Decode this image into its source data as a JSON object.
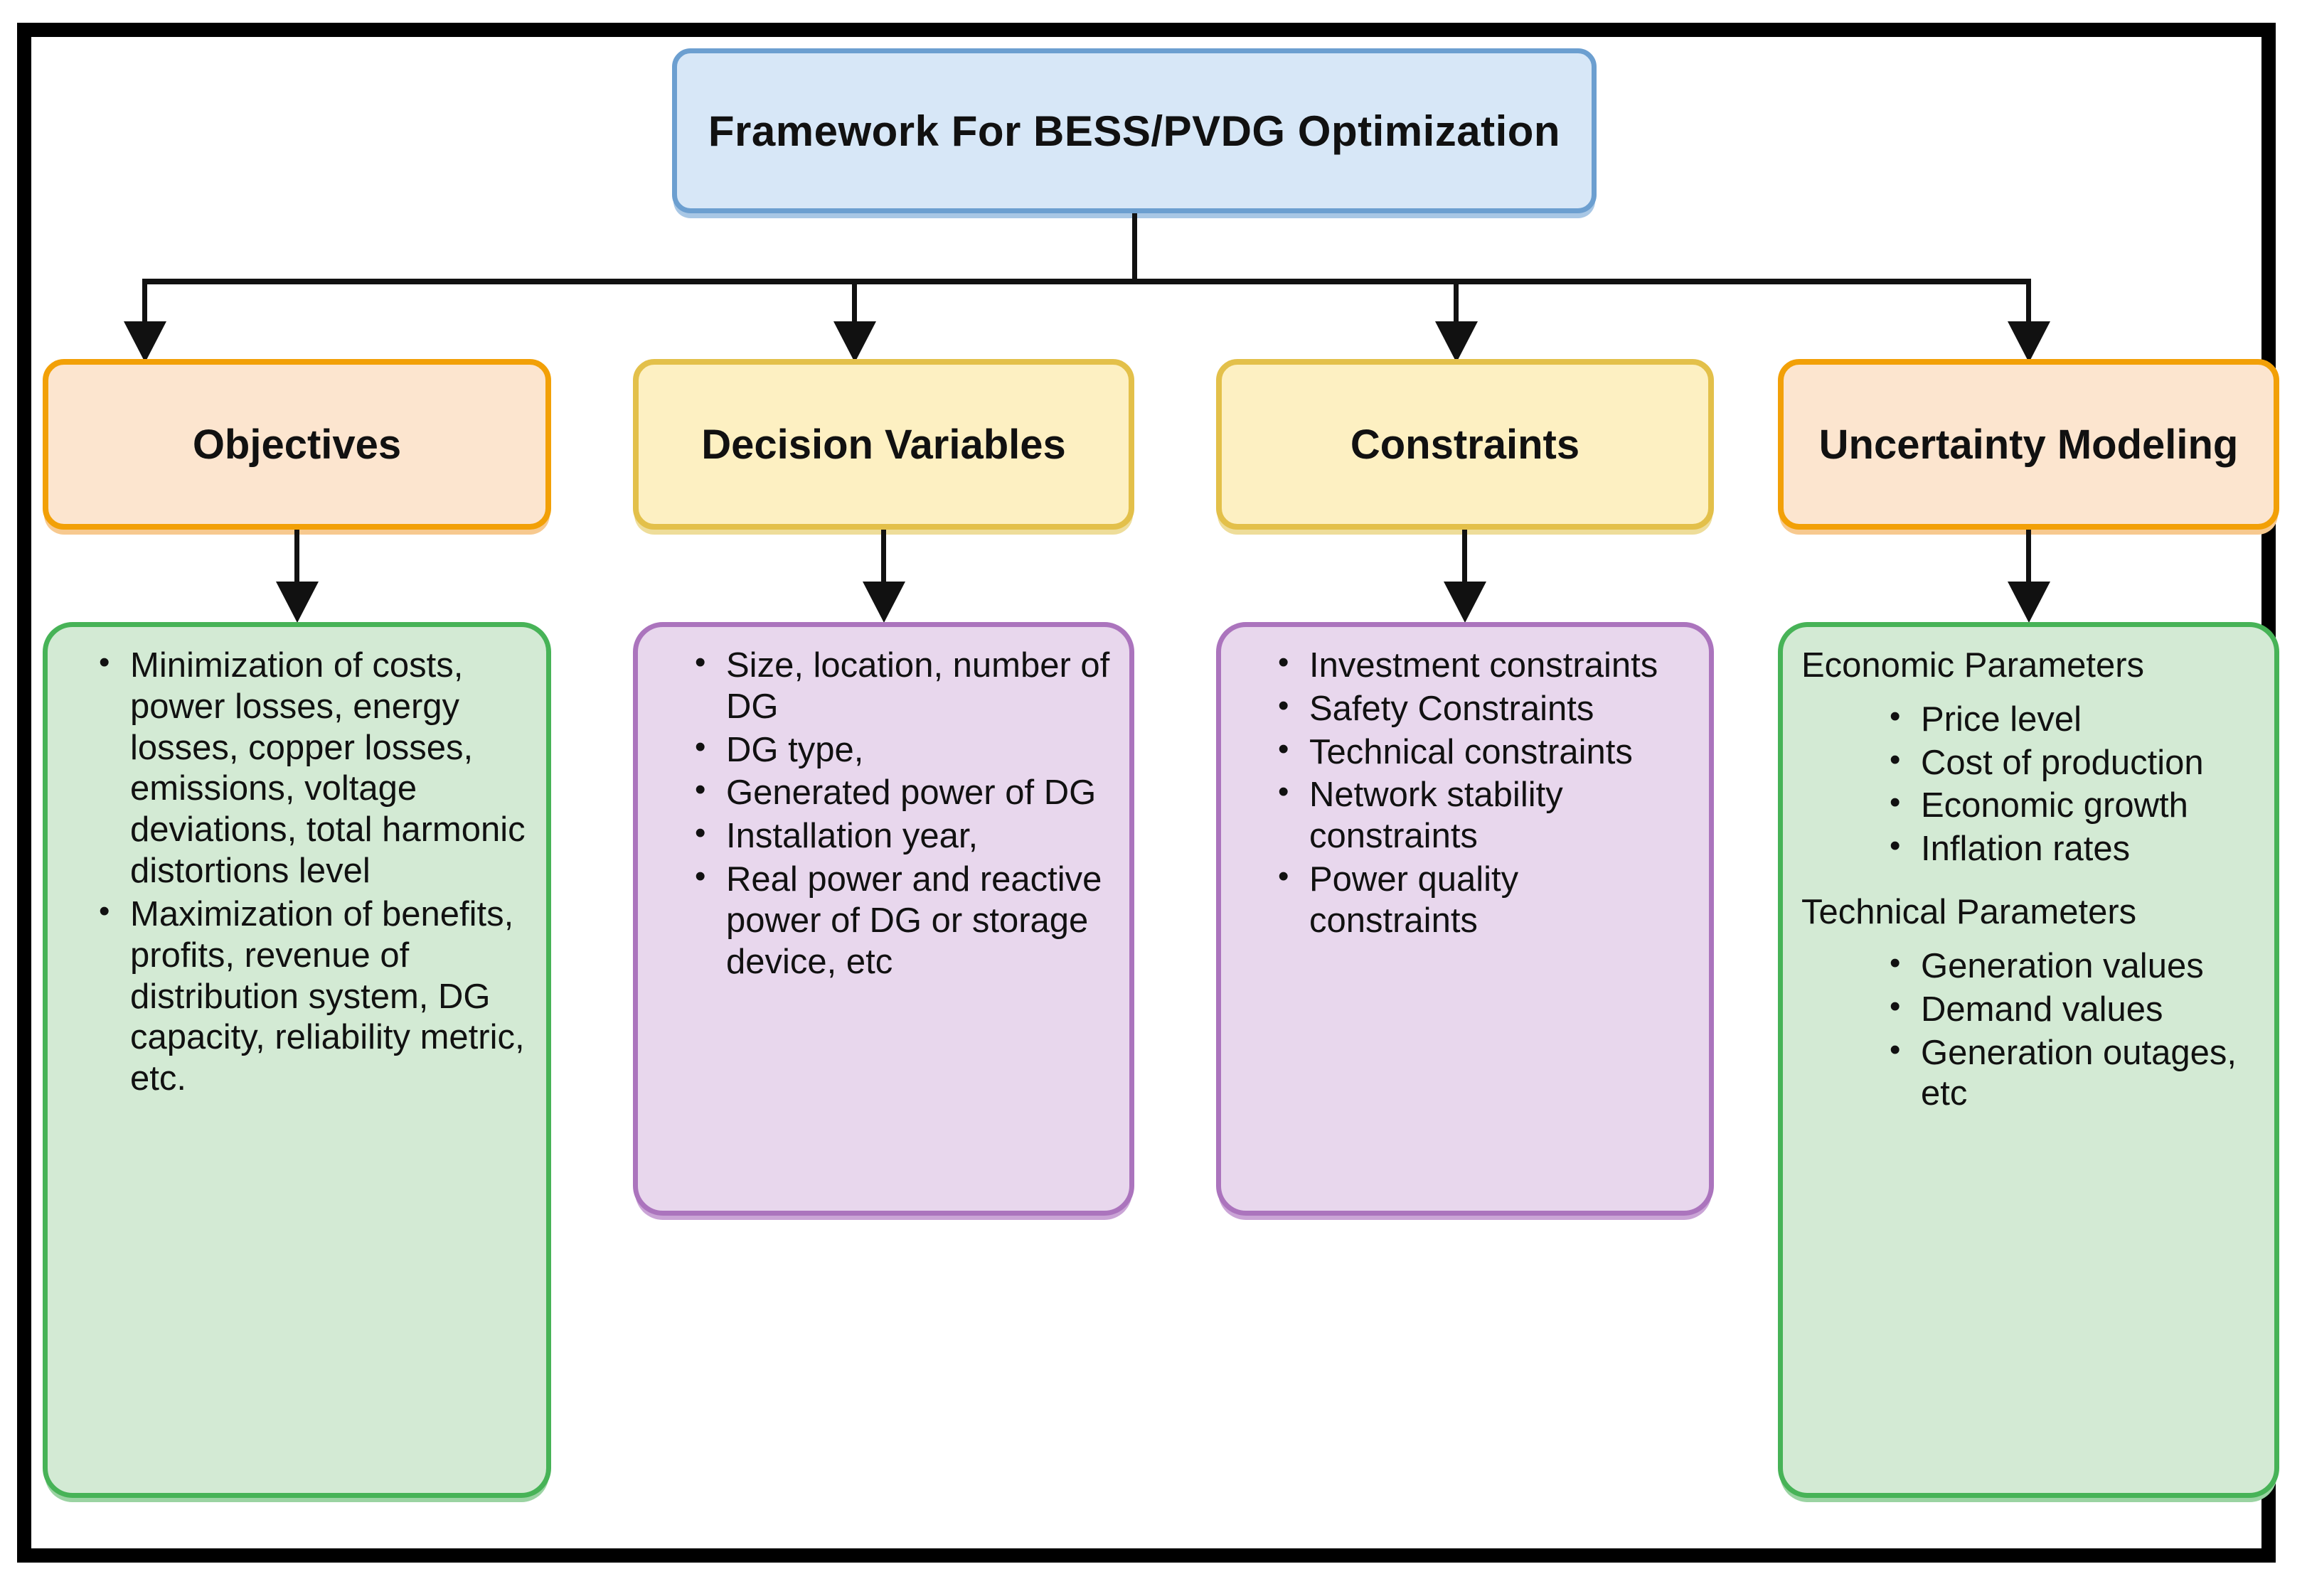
{
  "diagram": {
    "title_box": {
      "label": "Framework For BESS/PVDG Optimization"
    },
    "columns": [
      {
        "category": "Objectives",
        "category_style": "orange",
        "content_style": "green",
        "sections": [
          {
            "heading": "",
            "items": [
              "Minimization of costs, power losses, energy losses, copper losses, emissions, voltage deviations, total harmonic distortions level",
              "Maximization of benefits, profits, revenue of distribution system, DG capacity, reliability metric, etc."
            ]
          }
        ]
      },
      {
        "category": "Decision Variables",
        "category_style": "yellow",
        "content_style": "purple",
        "sections": [
          {
            "heading": "",
            "items": [
              "Size, location, number of DG",
              "DG type,",
              "Generated power of DG",
              "Installation year,",
              "Real power and reactive power of DG or storage device, etc"
            ]
          }
        ]
      },
      {
        "category": "Constraints",
        "category_style": "yellow",
        "content_style": "purple",
        "sections": [
          {
            "heading": "",
            "items": [
              "Investment constraints",
              "Safety Constraints",
              "Technical constraints",
              "Network stability constraints",
              "Power quality constraints"
            ]
          }
        ]
      },
      {
        "category": "Uncertainty Modeling",
        "category_style": "orange",
        "content_style": "green",
        "sections": [
          {
            "heading": "Economic Parameters",
            "items": [
              "Price level",
              "Cost of production",
              "Economic growth",
              "Inflation rates"
            ]
          },
          {
            "heading": "Technical Parameters",
            "items": [
              "Generation values",
              "Demand values",
              "Generation outages, etc"
            ]
          }
        ]
      }
    ],
    "colors": {
      "title_fill": "#d7e7f7",
      "title_border": "#6c9fd0",
      "orange_fill": "#fce5cf",
      "orange_border": "#f2a007",
      "yellow_fill": "#fdf0c2",
      "yellow_border": "#e3c04a",
      "green_fill": "#d3ead4",
      "green_border": "#47b357",
      "purple_fill": "#e8d7ed",
      "purple_border": "#ab74bd",
      "connector": "#111111",
      "frame_border": "#000000"
    }
  }
}
